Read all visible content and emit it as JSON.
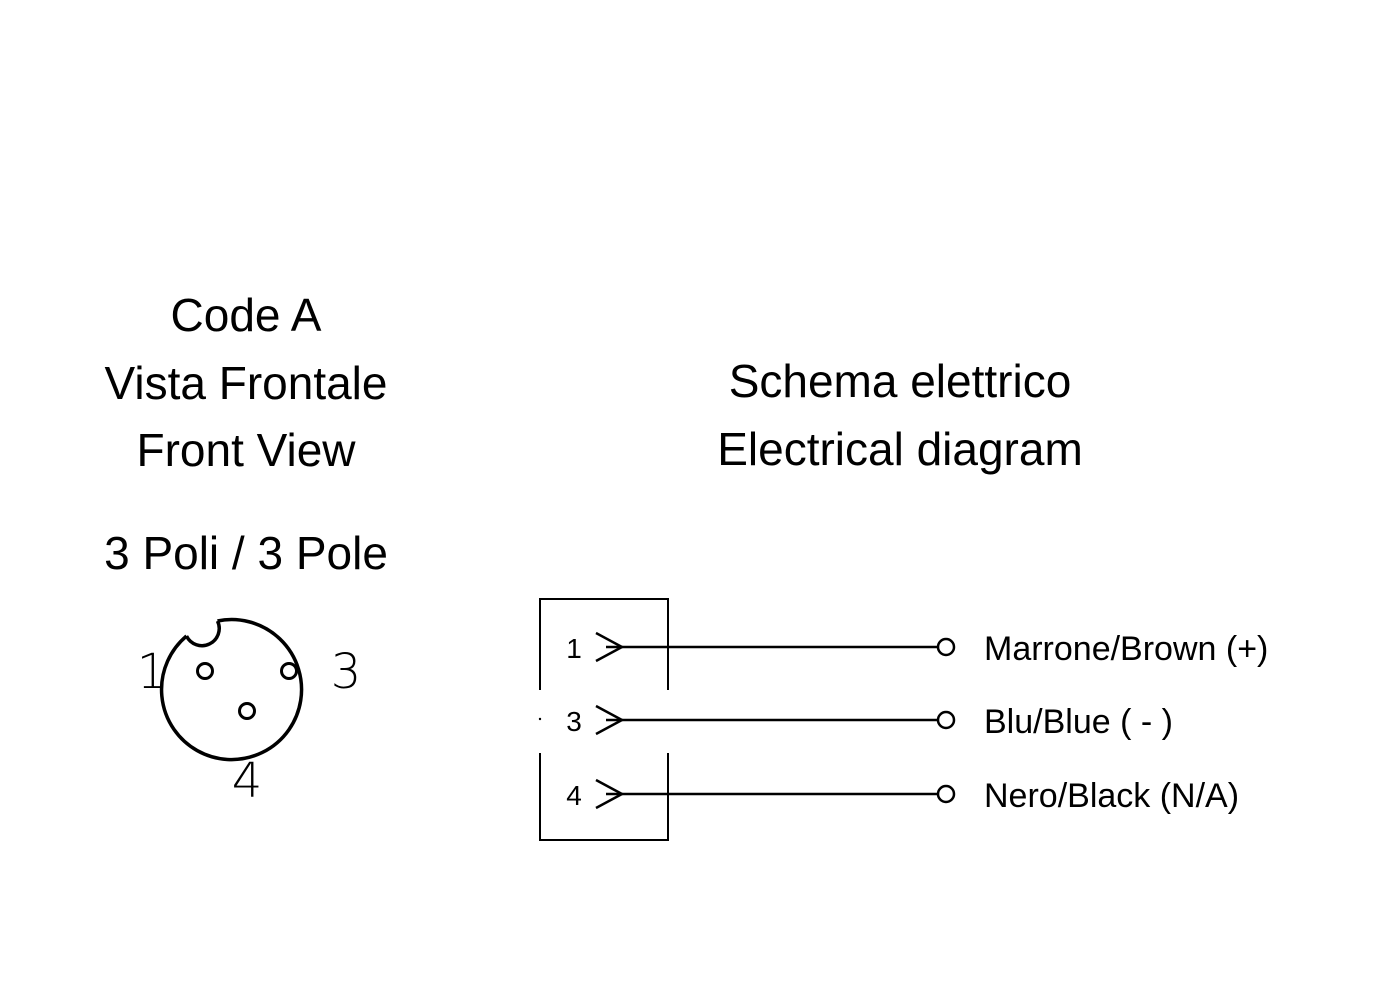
{
  "front_view": {
    "code": "Code A",
    "title_it": "Vista Frontale",
    "title_en": "Front View",
    "poles": "3 Poli / 3 Pole",
    "pins": [
      {
        "label": "1"
      },
      {
        "label": "3"
      },
      {
        "label": "4"
      }
    ]
  },
  "electrical": {
    "title_it": "Schema elettrico",
    "title_en": "Electrical diagram",
    "wires": [
      {
        "pin": "1",
        "label": "Marrone/Brown (+)"
      },
      {
        "pin": "3",
        "label": "Blu/Blue ( - )"
      },
      {
        "pin": "4",
        "label": "Nero/Black (N/A)"
      }
    ]
  }
}
